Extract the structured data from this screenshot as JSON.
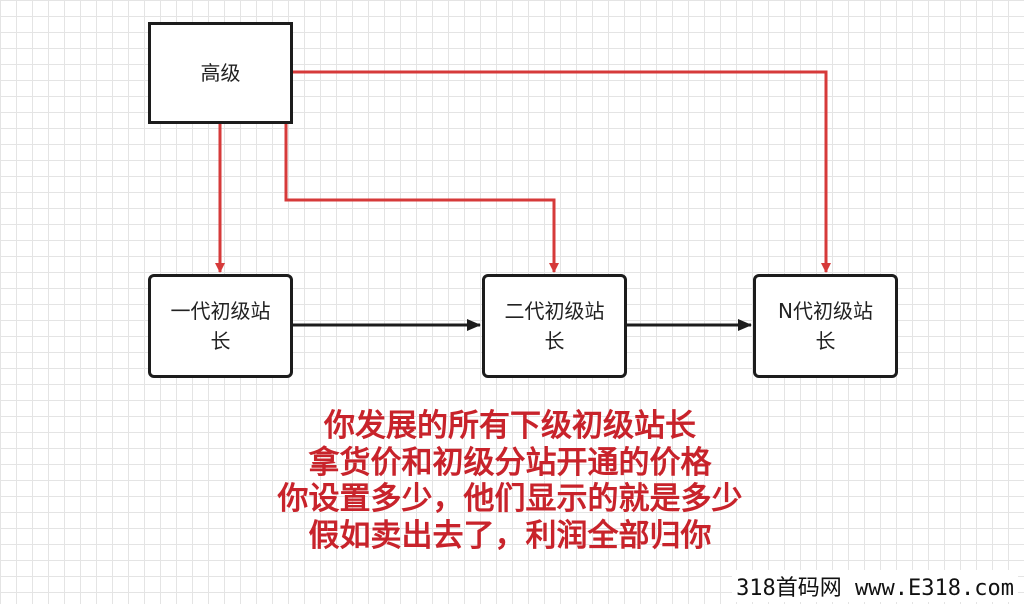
{
  "colors": {
    "connector_red": "#d63a3a",
    "connector_black": "#1c1c1c",
    "caption_red": "#c8232b"
  },
  "nodes": {
    "senior": "高级",
    "first_gen": "一代初级站长",
    "second_gen": "二代初级站长",
    "nth_gen": "N代初级站长"
  },
  "caption": {
    "line1": "你发展的所有下级初级站长",
    "line2": "拿货价和初级分站开通的价格",
    "line3": "你设置多少，他们显示的就是多少",
    "line4": "假如卖出去了，利润全部归你"
  },
  "watermark": "318首码网 www.E318.com"
}
